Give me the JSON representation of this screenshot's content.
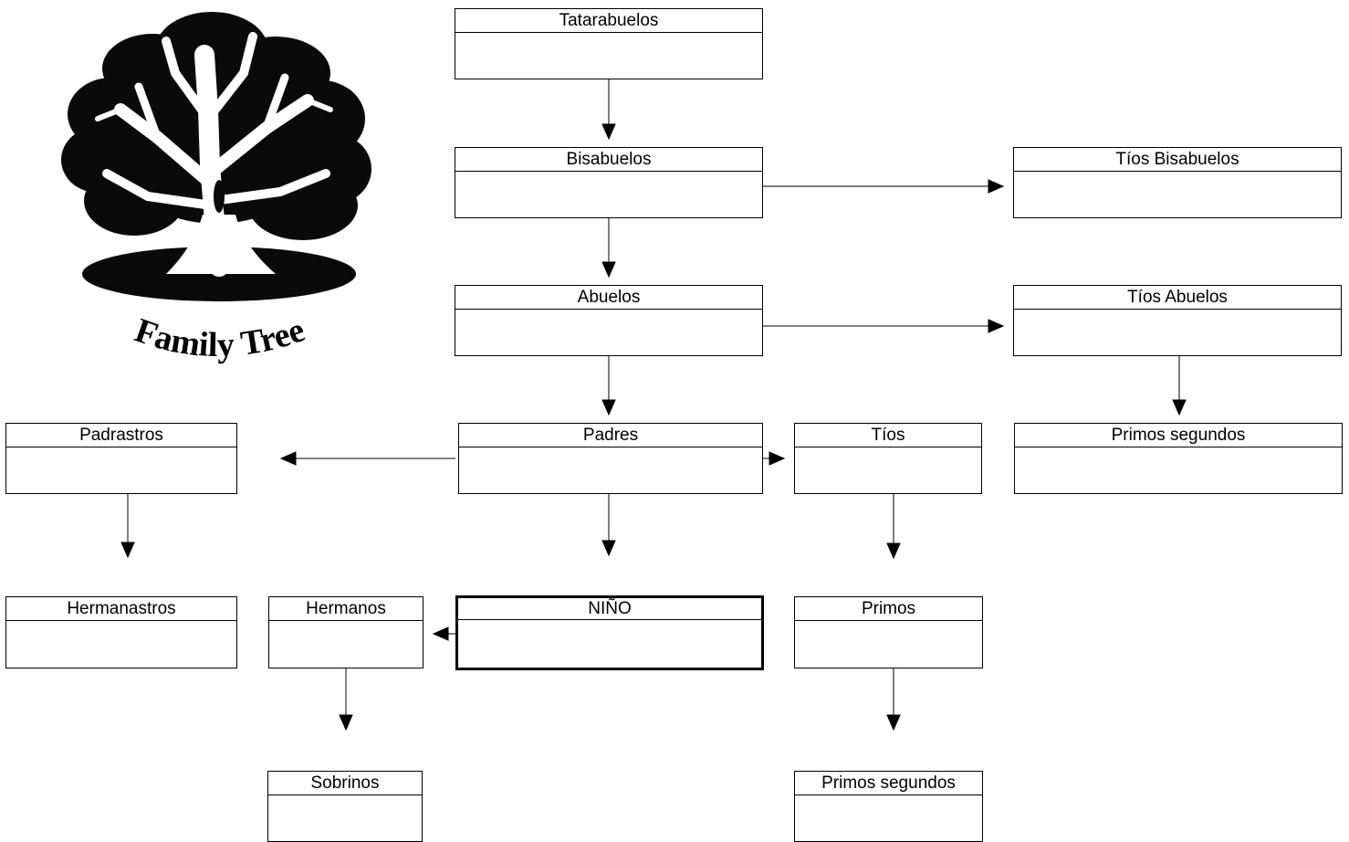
{
  "diagram": {
    "nodes": {
      "tatarabuelos": "Tatarabuelos",
      "bisabuelos": "Bisabuelos",
      "tios_bisabuelos": "Tíos Bisabuelos",
      "abuelos": "Abuelos",
      "tios_abuelos": "Tíos Abuelos",
      "padrastros": "Padrastros",
      "padres": "Padres",
      "tios": "Tíos",
      "primos_segundos_1": "Primos segundos",
      "hermanastros": "Hermanastros",
      "hermanos": "Hermanos",
      "nino": "NIÑO",
      "primos": "Primos",
      "sobrinos": "Sobrinos",
      "primos_segundos_2": "Primos segundos"
    },
    "edges": [
      [
        "tatarabuelos",
        "bisabuelos"
      ],
      [
        "bisabuelos",
        "tios_bisabuelos"
      ],
      [
        "bisabuelos",
        "abuelos"
      ],
      [
        "abuelos",
        "tios_abuelos"
      ],
      [
        "abuelos",
        "padres"
      ],
      [
        "tios_abuelos",
        "primos_segundos_1"
      ],
      [
        "padres",
        "padrastros"
      ],
      [
        "padres",
        "tios"
      ],
      [
        "padres",
        "nino"
      ],
      [
        "padrastros",
        "hermanastros"
      ],
      [
        "tios",
        "primos"
      ],
      [
        "nino",
        "hermanos"
      ],
      [
        "hermanos",
        "sobrinos"
      ],
      [
        "primos",
        "primos_segundos_2"
      ]
    ]
  },
  "logo": {
    "caption": "Family Tree",
    "icon": "tree-icon"
  },
  "colors": {
    "line": "#000000",
    "background": "#ffffff"
  }
}
